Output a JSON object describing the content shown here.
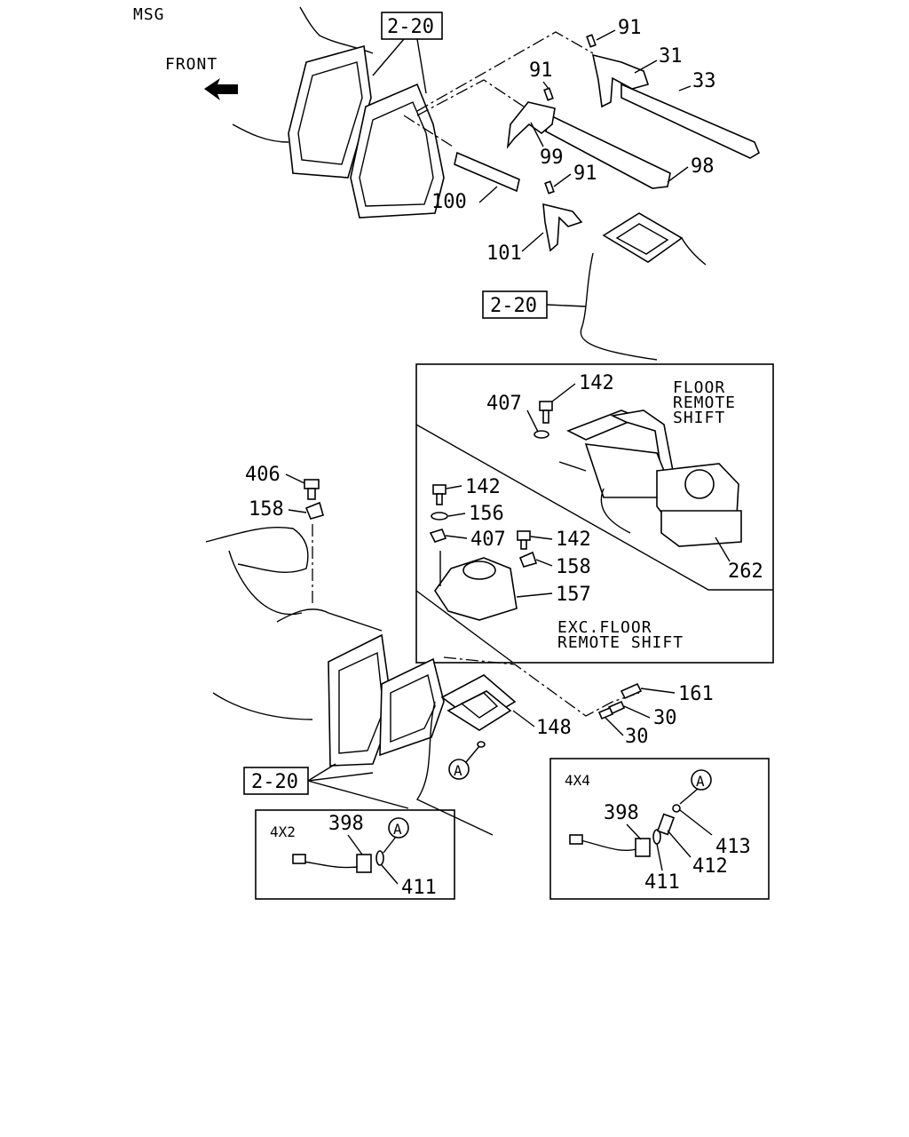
{
  "corner_label": "MSG",
  "front_label": "FRONT",
  "ref_label": "2-20",
  "inset_floor": {
    "title_lines": [
      "FLOOR",
      "REMOTE",
      "SHIFT"
    ],
    "exc_lines": [
      "EXC.FLOOR",
      "REMOTE SHIFT"
    ]
  },
  "inset_4x2": {
    "title": "4X2"
  },
  "inset_4x4": {
    "title": "4X4"
  },
  "callout_A": "A",
  "parts": {
    "p91a": "91",
    "p31": "31",
    "p33": "33",
    "p91b": "91",
    "p99": "99",
    "p98": "98",
    "p91c": "91",
    "p100": "100",
    "p101": "101",
    "p142a": "142",
    "p407a": "407",
    "p262": "262",
    "p142b": "142",
    "p156": "156",
    "p407b": "407",
    "p142c": "142",
    "p158b": "158",
    "p157": "157",
    "p406": "406",
    "p158a": "158",
    "p161": "161",
    "p30a": "30",
    "p30b": "30",
    "p148": "148",
    "p398a": "398",
    "p411a": "411",
    "p398b": "398",
    "p413": "413",
    "p412": "412",
    "p411b": "411"
  }
}
